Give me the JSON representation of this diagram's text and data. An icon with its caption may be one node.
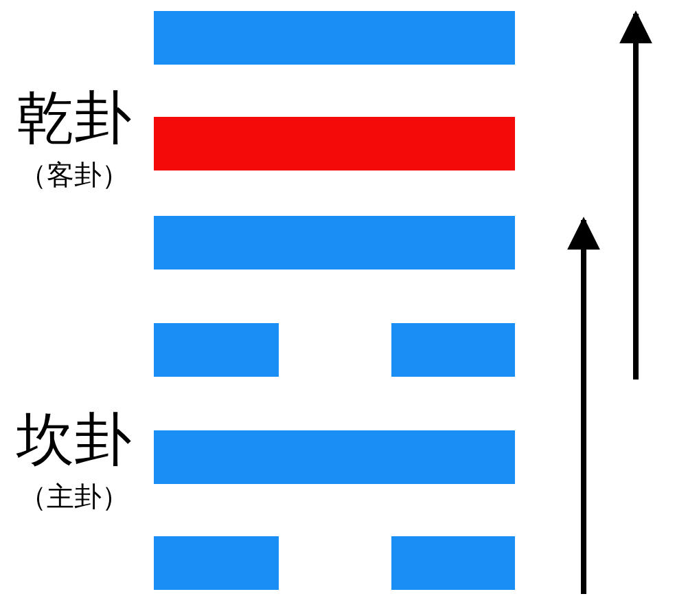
{
  "diagram": {
    "labels": [
      "乾卦",
      "（客卦）",
      "坎卦",
      "（主卦）"
    ]
  }
}
